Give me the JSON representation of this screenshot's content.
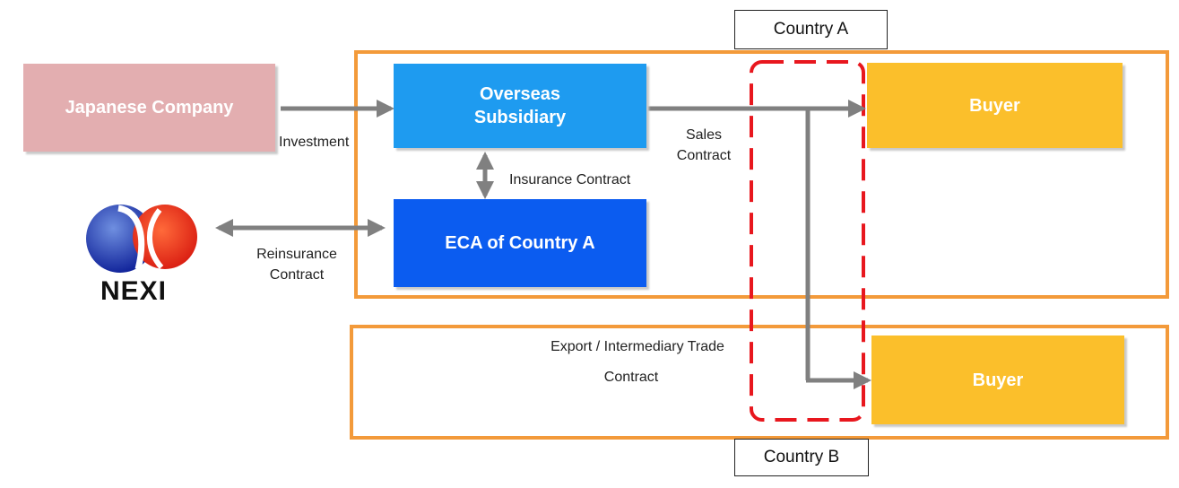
{
  "countries": {
    "country_a": "Country A",
    "country_b": "Country B"
  },
  "boxes": {
    "japanese_company": "Japanese Company",
    "overseas_subsidiary_line1": "Overseas",
    "overseas_subsidiary_line2": "Subsidiary",
    "eca": "ECA of Country A",
    "buyer_a": "Buyer",
    "buyer_b": "Buyer"
  },
  "logo": {
    "text": "NEXI"
  },
  "labels": {
    "investment": "Investment",
    "insurance_contract": "Insurance Contract",
    "reinsurance_line1": "Reinsurance",
    "reinsurance_line2": "Contract",
    "sales_line1": "Sales",
    "sales_line2": "Contract",
    "export_line1": "Export / Intermediary Trade",
    "export_line2": "Contract"
  },
  "colors": {
    "frame": "#f39a3a",
    "japanese_company": "#e3aeb0",
    "overseas_subsidiary": "#1e9bf0",
    "eca": "#0b5cf0",
    "buyer": "#fbbf2b",
    "arrow": "#808080",
    "border_dashed": "#e8171e"
  }
}
